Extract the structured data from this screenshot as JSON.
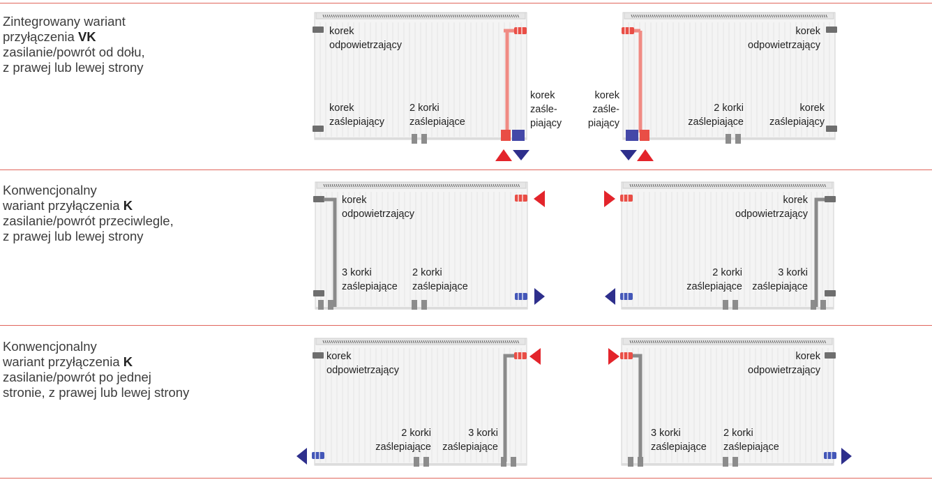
{
  "rows": [
    {
      "pre": "Zintegrowany wariant\nprzyłączenia ",
      "variant": "VK",
      "post": "\nzasilanie/powrót od dołu,\nz prawej lub lewej strony"
    },
    {
      "pre": "Konwencjonalny\nwariant przyłączenia ",
      "variant": "K",
      "post": "\nzasilanie/powrót przeciwlegle,\nz prawej lub lewej strony"
    },
    {
      "pre": "Konwencjonalny\nwariant przyłączenia ",
      "variant": "K",
      "post": "\nzasilanie/powrót po jednej\nstronie, z prawej lub lewej strony"
    }
  ],
  "labels": {
    "vent_plug": [
      "korek",
      "odpowietrzający"
    ],
    "blind_plug": [
      "korek",
      "zaślepiający"
    ],
    "blind_plug_hyph": [
      "korek",
      "zaśle-",
      "piający"
    ],
    "two_plugs": [
      "2 korki",
      "zaślepiające"
    ],
    "three_plugs": [
      "3 korki",
      "zaślepiające"
    ]
  },
  "colors": {
    "separator": "#e0655b",
    "supply": "#e3242b",
    "return": "#2e2f8c",
    "pipe": "#8a8a8a"
  }
}
